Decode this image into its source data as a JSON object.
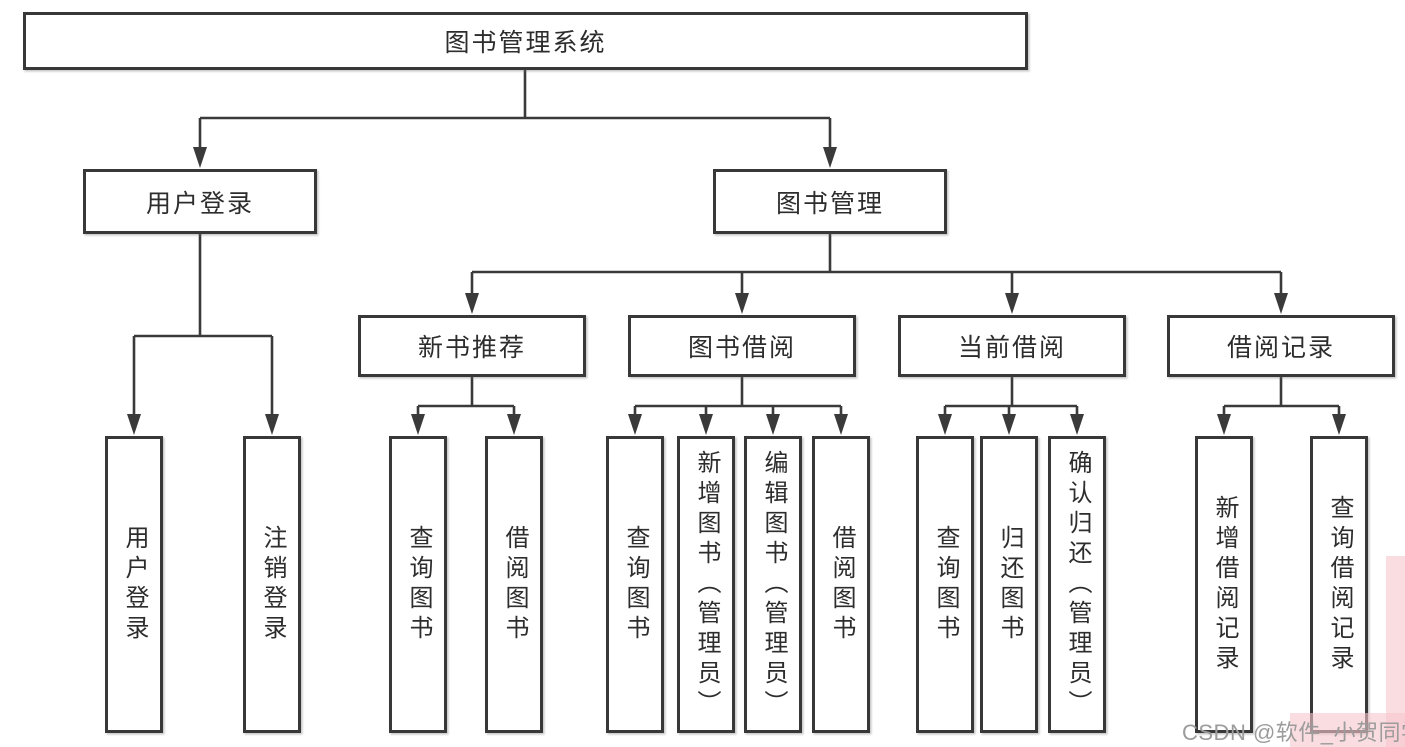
{
  "nodes": {
    "root": "图书管理系统",
    "level2": [
      "用户登录",
      "图书管理"
    ],
    "level3": [
      "新书推荐",
      "图书借阅",
      "当前借阅",
      "借阅记录"
    ],
    "leaves_user": [
      "用户登录",
      "注销登录"
    ],
    "leaves_newbook": [
      "查询图书",
      "借阅图书"
    ],
    "leaves_borrow": [
      "查询图书",
      "新增图书（管理员）",
      "编辑图书（管理员）",
      "借阅图书"
    ],
    "leaves_current": [
      "查询图书",
      "归还图书",
      "确认归还（管理员）"
    ],
    "leaves_records": [
      "新增借阅记录",
      "查询借阅记录"
    ]
  },
  "watermark": {
    "text": "CSDN @软件_小贺同学"
  },
  "colors": {
    "background": "#ffffff",
    "line": "#3a3a3a",
    "box_border": "#383838",
    "text": "#2d2d2d",
    "watermark_text": "#9c9c9c",
    "watermark_highlight": "#f6c6cb"
  }
}
